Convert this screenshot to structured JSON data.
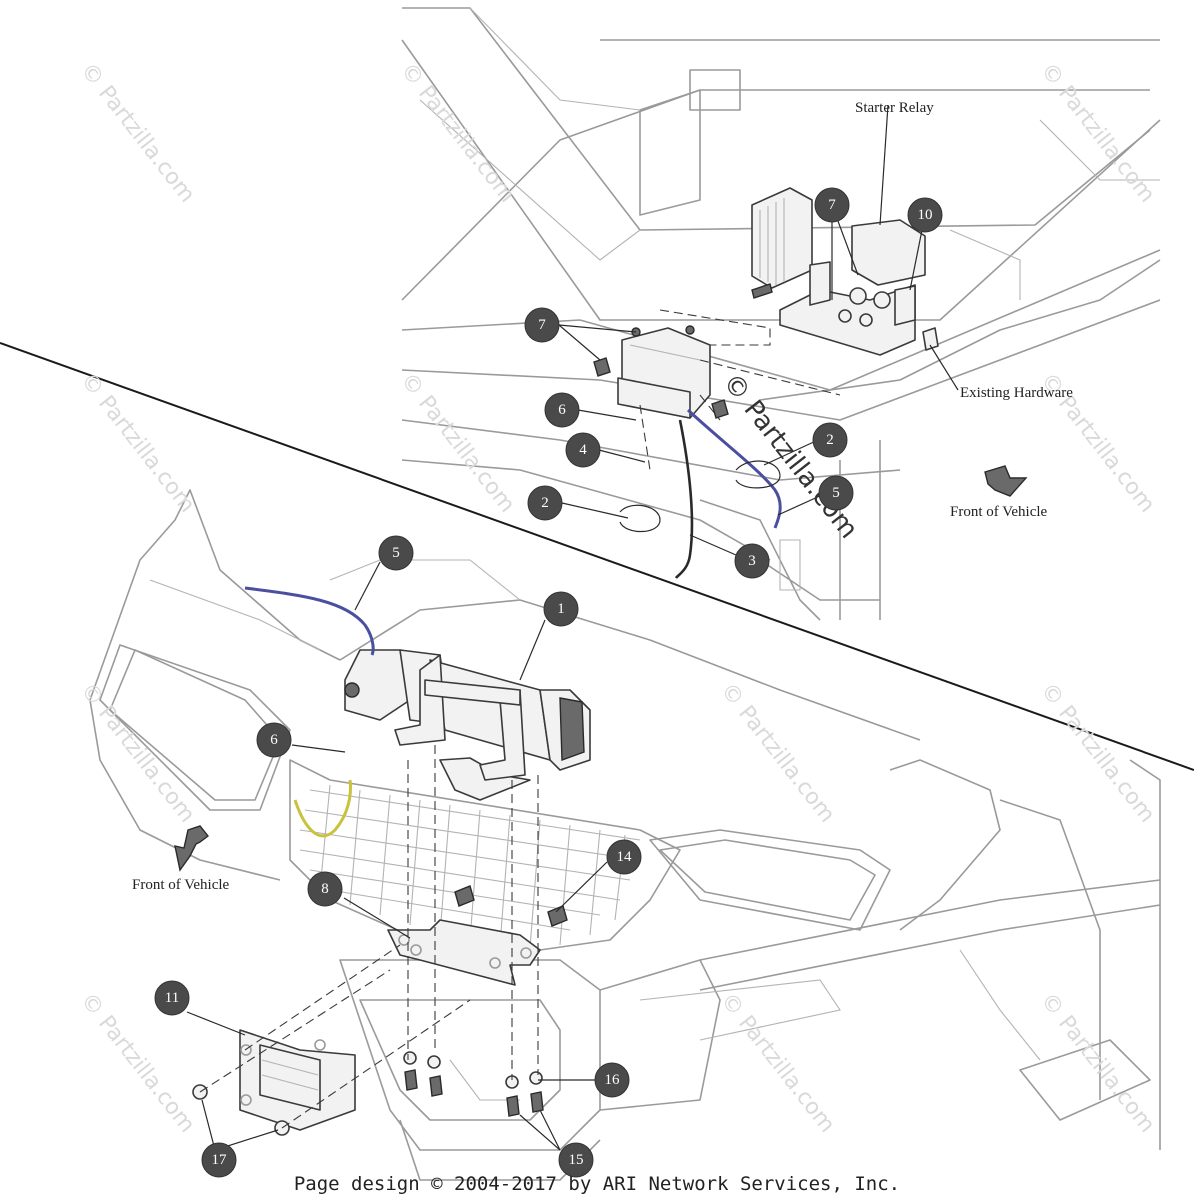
{
  "labels": {
    "starter_relay": "Starter Relay",
    "existing_hardware": "Existing Hardware",
    "front_of_vehicle_top": "Front of Vehicle",
    "front_of_vehicle_bottom": "Front of Vehicle"
  },
  "watermark": {
    "text": "© Partzilla.com",
    "center_text": "© Partzilla.com"
  },
  "footer": "Page design © 2004-2017 by ARI Network Services, Inc.",
  "callouts": [
    "1",
    "2",
    "2",
    "3",
    "4",
    "5",
    "5",
    "6",
    "6",
    "7",
    "7",
    "8",
    "10",
    "11",
    "14",
    "15",
    "16",
    "17"
  ],
  "colors": {
    "wire_blue": "#4a4fa0",
    "wire_yellow": "#c9c23c",
    "callout_fill": "#4a4a4a"
  }
}
